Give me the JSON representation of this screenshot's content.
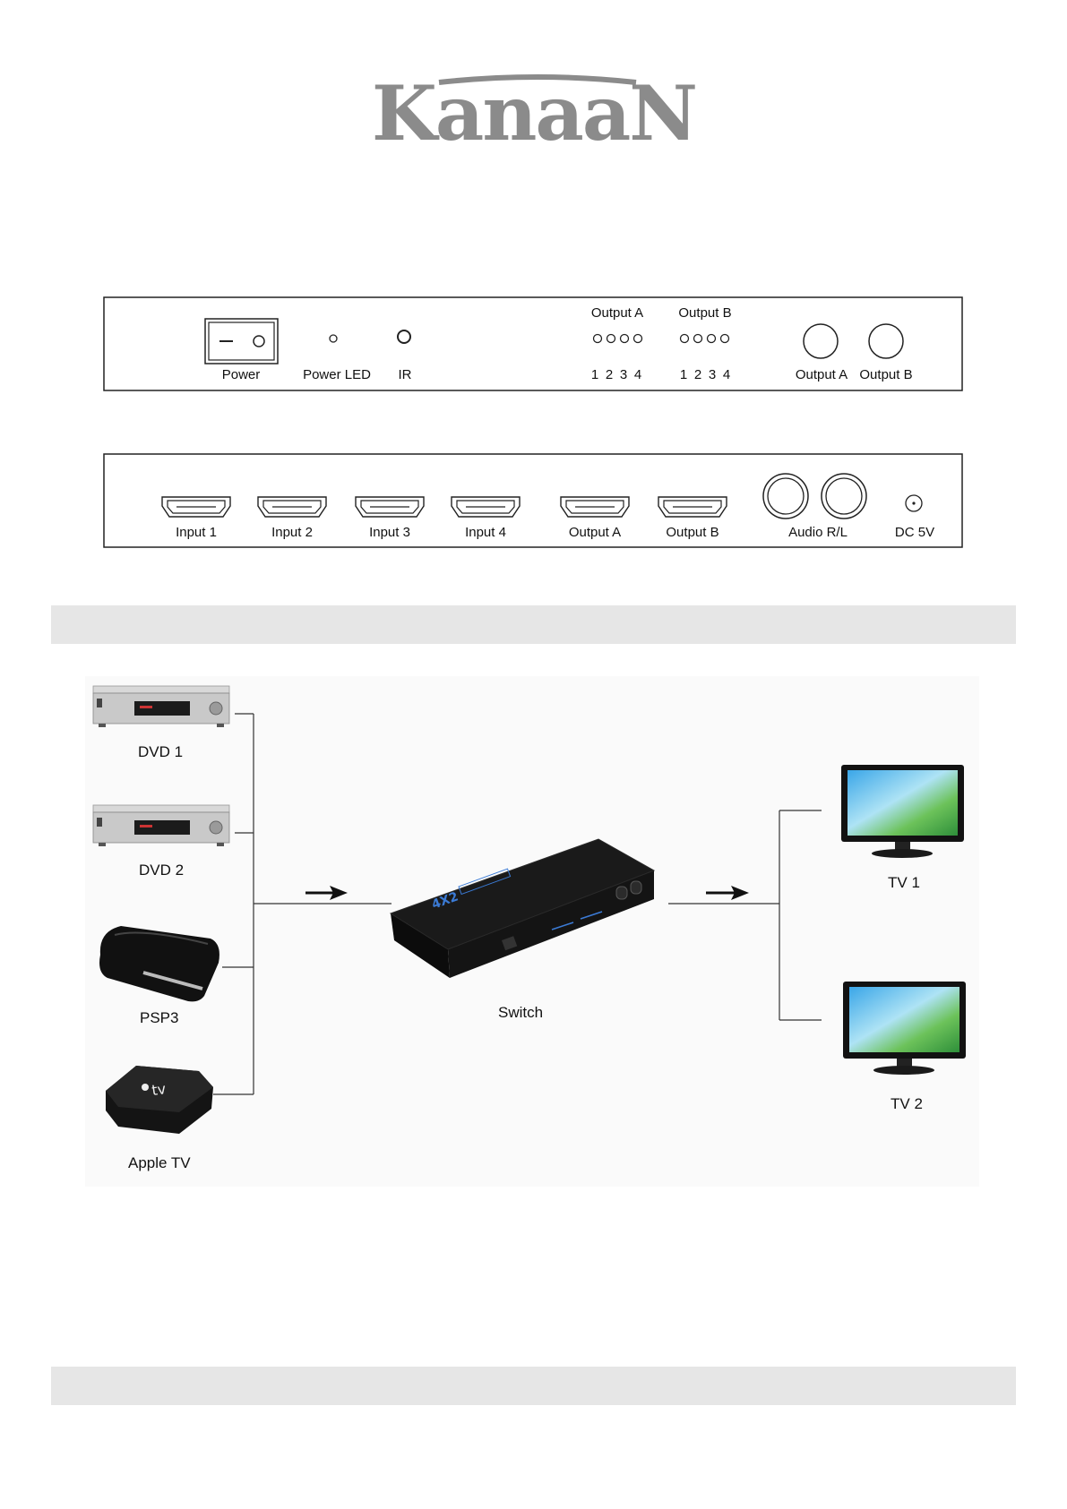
{
  "brand": {
    "logo_text": "KanaaN",
    "logo_color": "#8b8b8b"
  },
  "front_panel": {
    "power": "Power",
    "power_led": "Power LED",
    "ir": "IR",
    "output_a_leds": "Output A",
    "output_b_leds": "Output B",
    "led_numbers": [
      "1",
      "2",
      "3",
      "4"
    ],
    "output_a_button": "Output A",
    "output_b_button": "Output B"
  },
  "rear_panel": {
    "inputs": [
      "Input 1",
      "Input 2",
      "Input 3",
      "Input 4"
    ],
    "outputs": [
      "Output A",
      "Output B"
    ],
    "audio": "Audio R/L",
    "dc": "DC 5V"
  },
  "diagram": {
    "sources": [
      "DVD 1",
      "DVD 2",
      "PSP3",
      "Apple TV"
    ],
    "switch": "Switch",
    "displays": [
      "TV 1",
      "TV 2"
    ]
  }
}
